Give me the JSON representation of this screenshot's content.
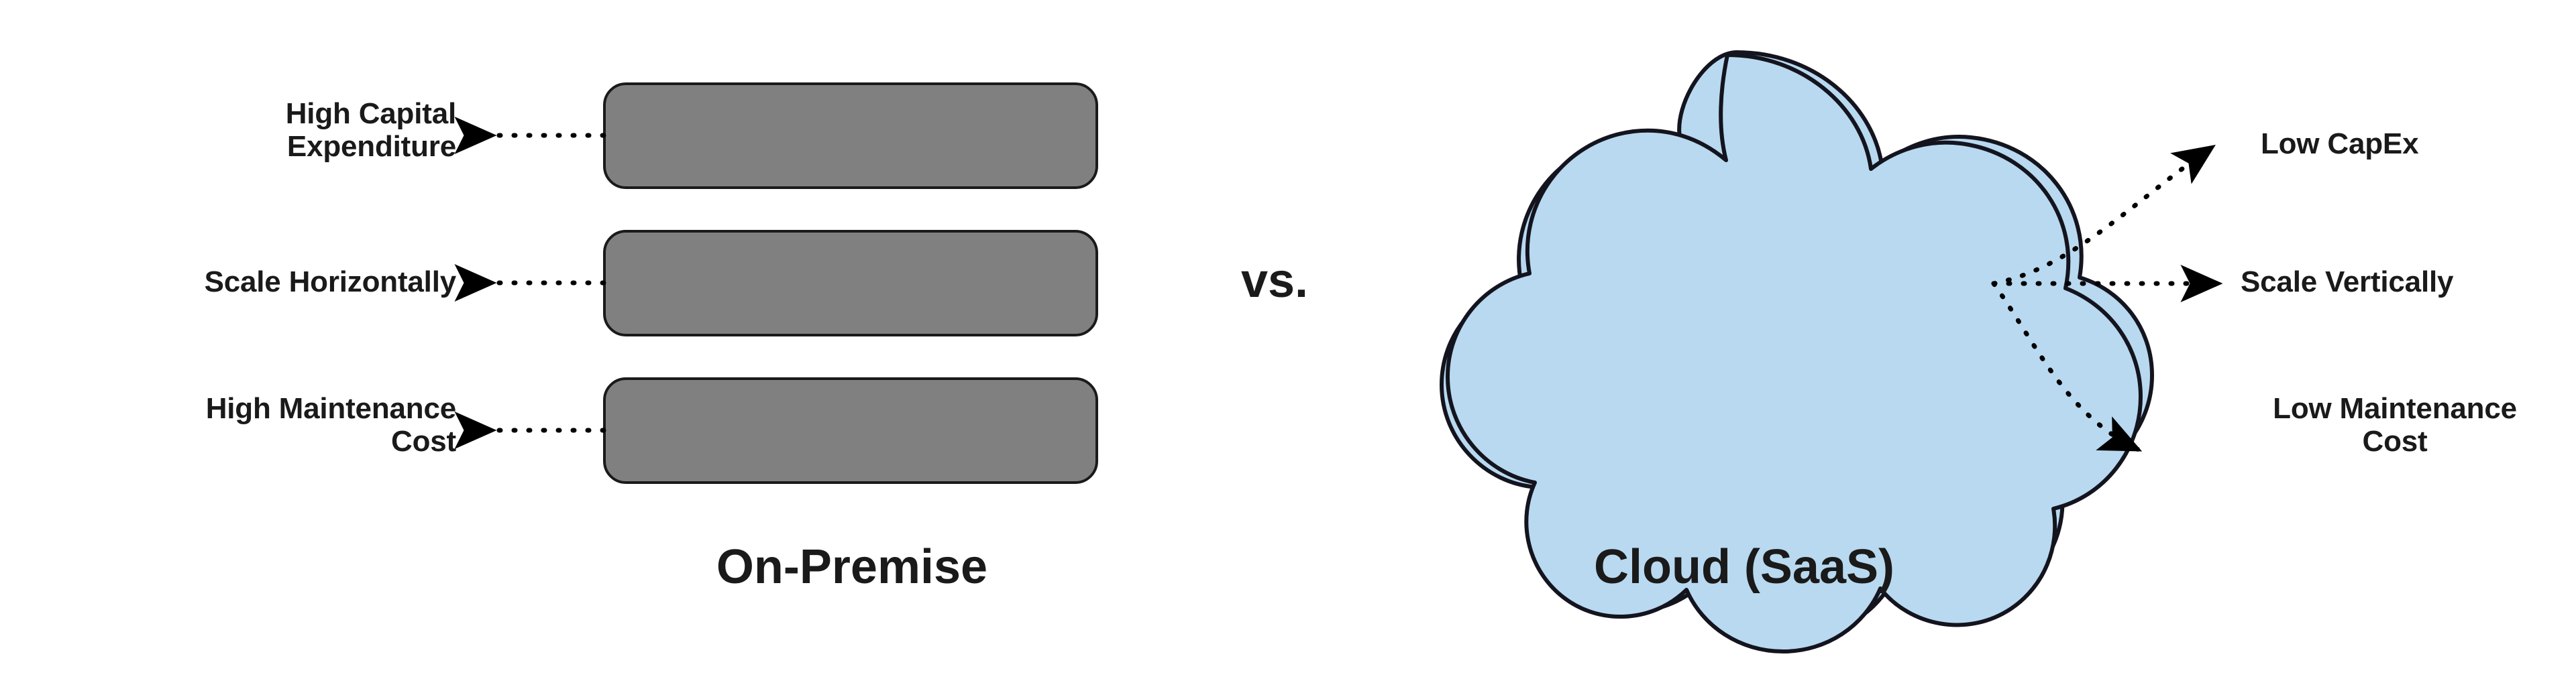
{
  "diagram": {
    "title_left": "On-Premise",
    "title_right": "Cloud (SaaS)",
    "comparator": "vs.",
    "colors": {
      "box_fill": "#808080",
      "box_stroke": "#1a1a1a",
      "cloud_fill": "#b8d9f0",
      "cloud_stroke": "#14141e",
      "text": "#1a1a1a",
      "arrow": "#000000",
      "background": "#ffffff"
    },
    "left_side": {
      "shape": "server-stack",
      "box_count": 3,
      "attributes": [
        {
          "label": "High Capital\nExpenditure",
          "arrow_direction": "left",
          "arrow_style": "dotted-straight"
        },
        {
          "label": "Scale Horizontally",
          "arrow_direction": "left",
          "arrow_style": "dotted-straight"
        },
        {
          "label": "High Maintenance\nCost",
          "arrow_direction": "left",
          "arrow_style": "dotted-straight"
        }
      ]
    },
    "right_side": {
      "shape": "cloud",
      "attributes": [
        {
          "label": "Low CapEx",
          "arrow_direction": "right",
          "arrow_style": "dotted-curve-up"
        },
        {
          "label": "Scale Vertically",
          "arrow_direction": "right",
          "arrow_style": "dotted-straight"
        },
        {
          "label": "Low Maintenance\nCost",
          "arrow_direction": "right",
          "arrow_style": "dotted-curve-down"
        }
      ]
    }
  }
}
